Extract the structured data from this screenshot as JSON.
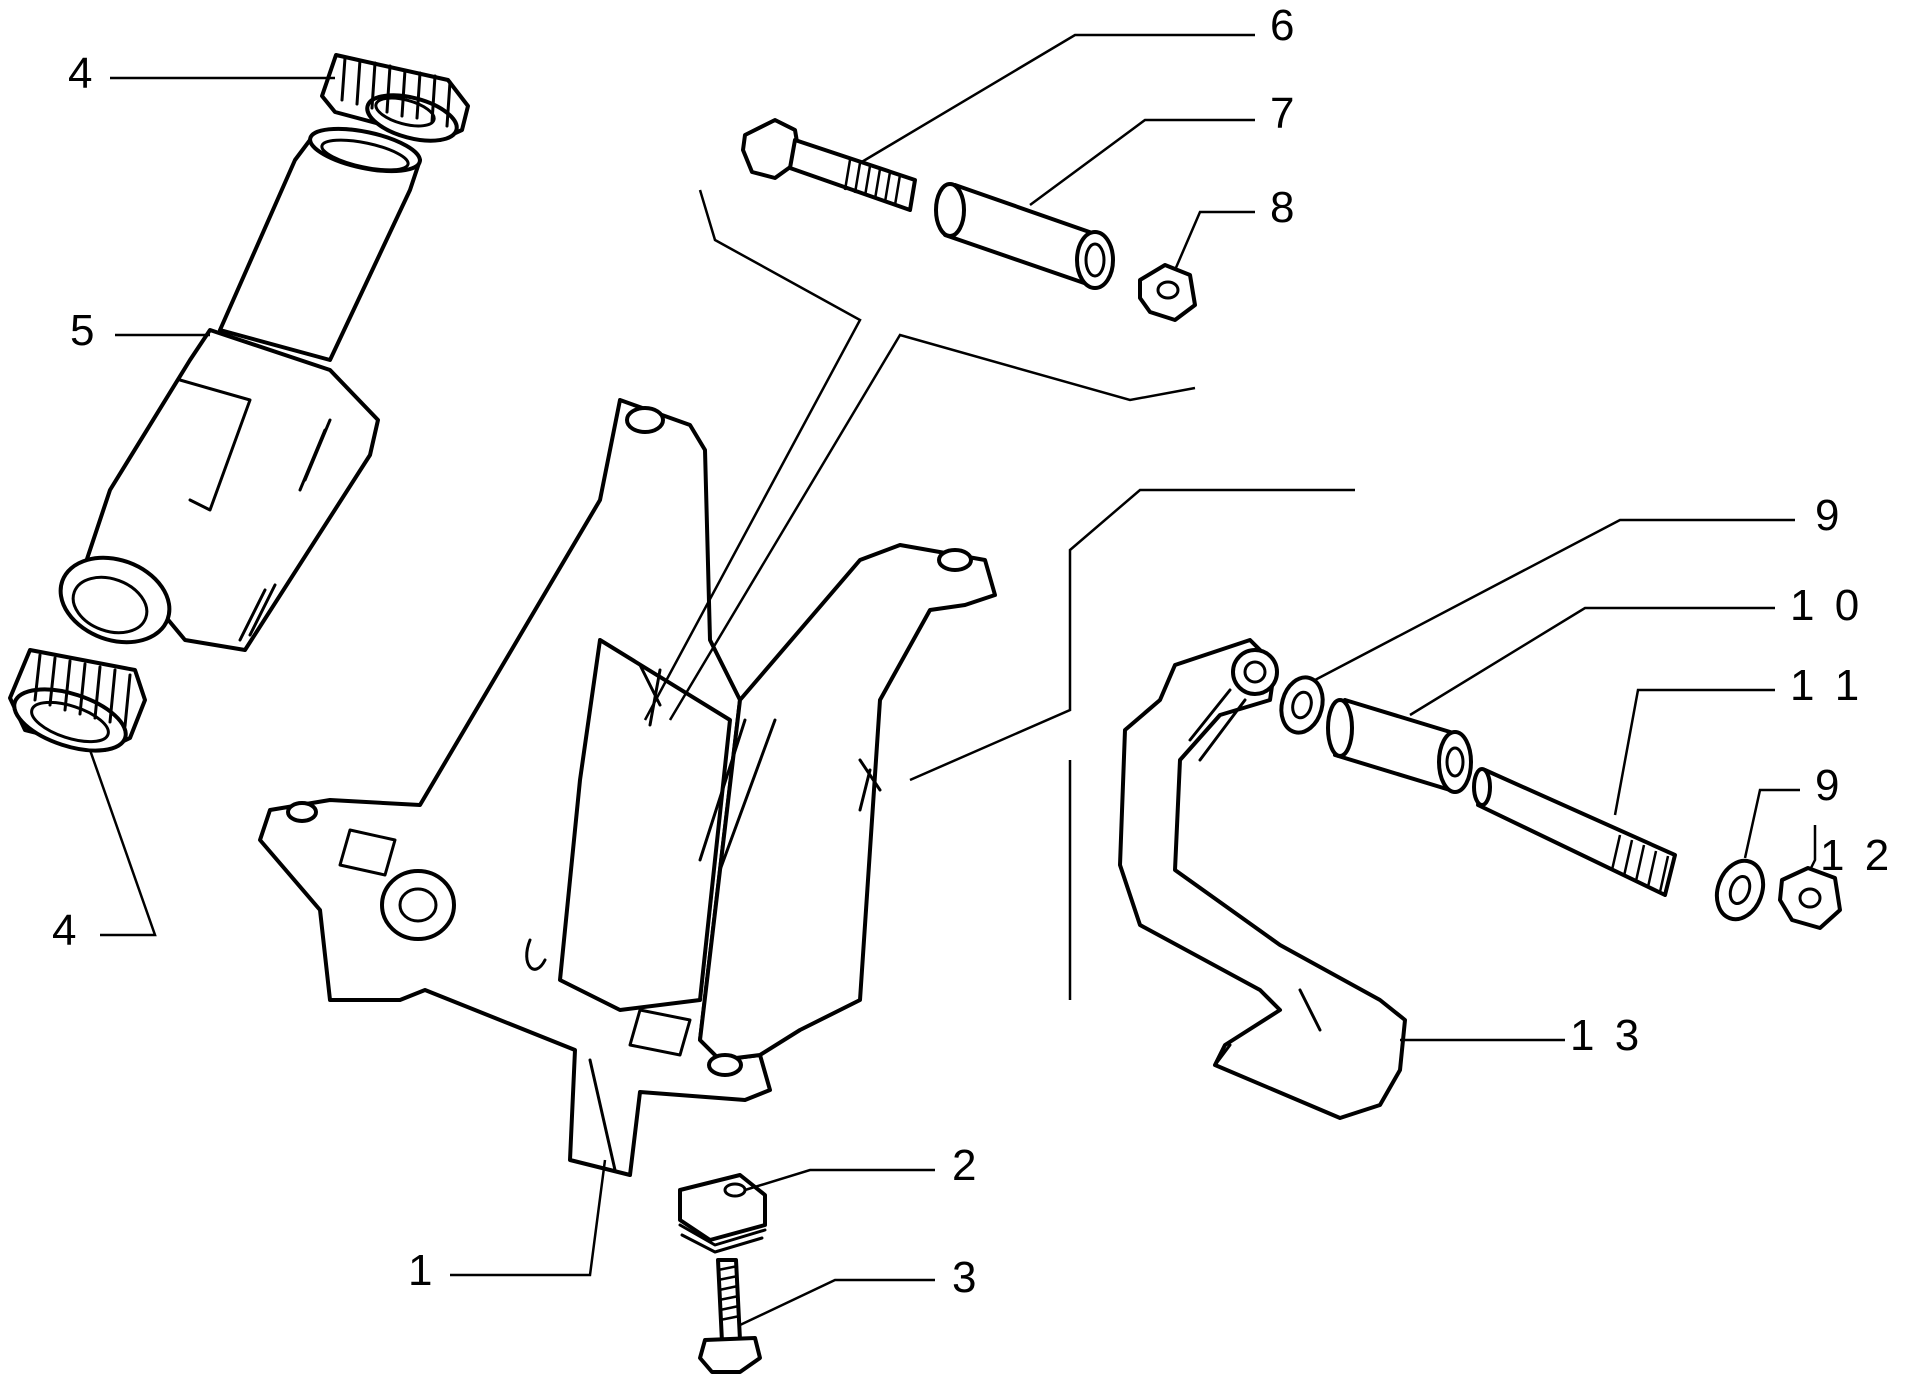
{
  "callouts": [
    {
      "id": "c1",
      "label": "1"
    },
    {
      "id": "c2",
      "label": "2"
    },
    {
      "id": "c3",
      "label": "3"
    },
    {
      "id": "c4a",
      "label": "4"
    },
    {
      "id": "c4b",
      "label": "4"
    },
    {
      "id": "c5",
      "label": "5"
    },
    {
      "id": "c6",
      "label": "6"
    },
    {
      "id": "c7",
      "label": "7"
    },
    {
      "id": "c8",
      "label": "8"
    },
    {
      "id": "c9a",
      "label": "9"
    },
    {
      "id": "c10",
      "label": "1 0"
    },
    {
      "id": "c11",
      "label": "1 1"
    },
    {
      "id": "c9b",
      "label": "9"
    },
    {
      "id": "c12",
      "label": "1 2"
    },
    {
      "id": "c13",
      "label": "1 3"
    }
  ]
}
